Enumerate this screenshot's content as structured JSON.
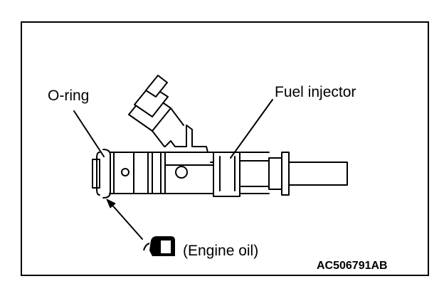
{
  "labels": {
    "o_ring": "O-ring",
    "fuel_injector": "Fuel injector",
    "engine_oil": "(Engine oil)",
    "figure_code": "AC506791AB"
  },
  "icons": {
    "oil_can": "oil-can-icon"
  },
  "colors": {
    "line": "#000000",
    "background": "#ffffff"
  }
}
